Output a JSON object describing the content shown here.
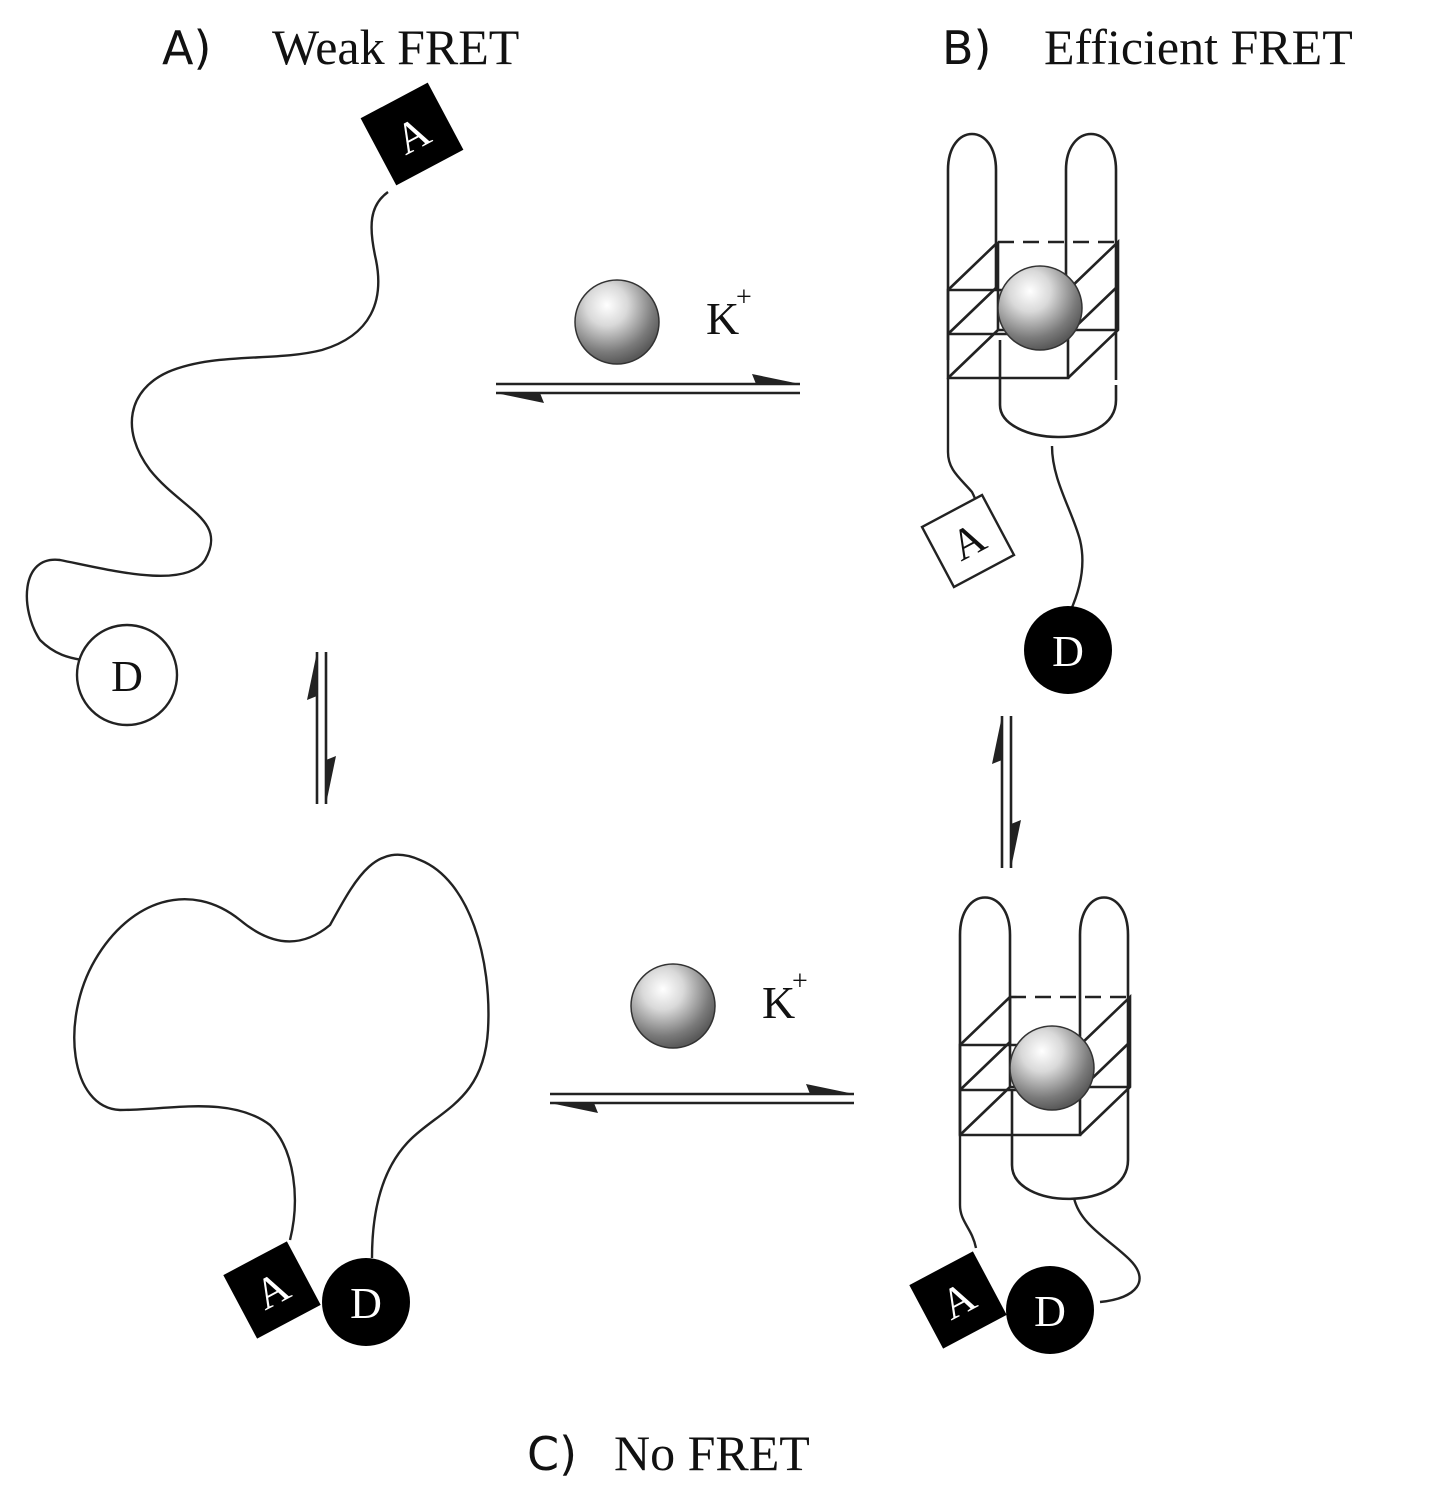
{
  "labels": {
    "a_letter": "A)",
    "a_text": "Weak FRET",
    "b_letter": "B)",
    "b_text": "Efficient FRET",
    "c_letter": "C)",
    "c_text": "No FRET"
  },
  "ion": {
    "symbol": "K",
    "charge": "+"
  },
  "nodes": {
    "acceptor": "A",
    "donor": "D"
  },
  "colors": {
    "ink": "#111111",
    "fill_dark": "#000000",
    "fill_light": "#ffffff",
    "sphere_light": "#ffffff",
    "sphere_dark": "#5a5a5a"
  }
}
